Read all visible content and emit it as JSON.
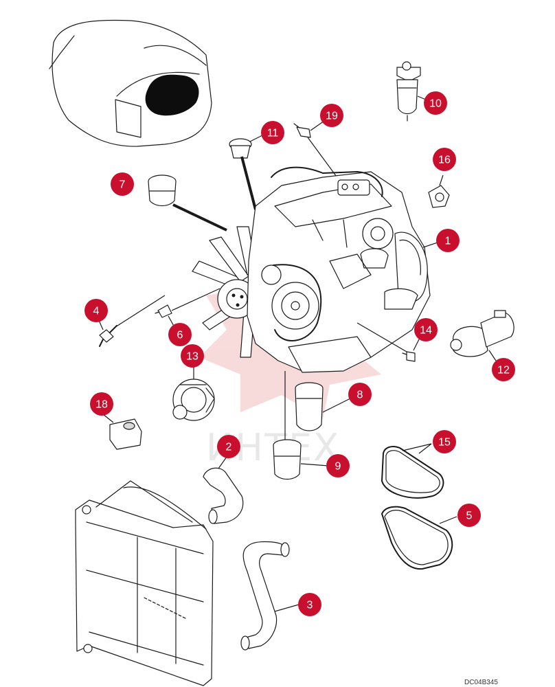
{
  "watermark": {
    "text": "ИНТЕХ",
    "color": "#e6e6e6",
    "logo_color": "#f7d7d7"
  },
  "callout_color": "#c8102e",
  "drawing_code": "DC04B345",
  "callouts": [
    {
      "id": "c1",
      "number": "1"
    },
    {
      "id": "c2",
      "number": "2"
    },
    {
      "id": "c3",
      "number": "3"
    },
    {
      "id": "c4",
      "number": "4"
    },
    {
      "id": "c5",
      "number": "5"
    },
    {
      "id": "c6",
      "number": "6"
    },
    {
      "id": "c7",
      "number": "7"
    },
    {
      "id": "c8",
      "number": "8"
    },
    {
      "id": "c9",
      "number": "9"
    },
    {
      "id": "c10",
      "number": "10"
    },
    {
      "id": "c11",
      "number": "11"
    },
    {
      "id": "c12",
      "number": "12"
    },
    {
      "id": "c13",
      "number": "13"
    },
    {
      "id": "c14",
      "number": "14"
    },
    {
      "id": "c15",
      "number": "15"
    },
    {
      "id": "c16",
      "number": "16"
    },
    {
      "id": "c18",
      "number": "18"
    },
    {
      "id": "c19",
      "number": "19"
    }
  ]
}
